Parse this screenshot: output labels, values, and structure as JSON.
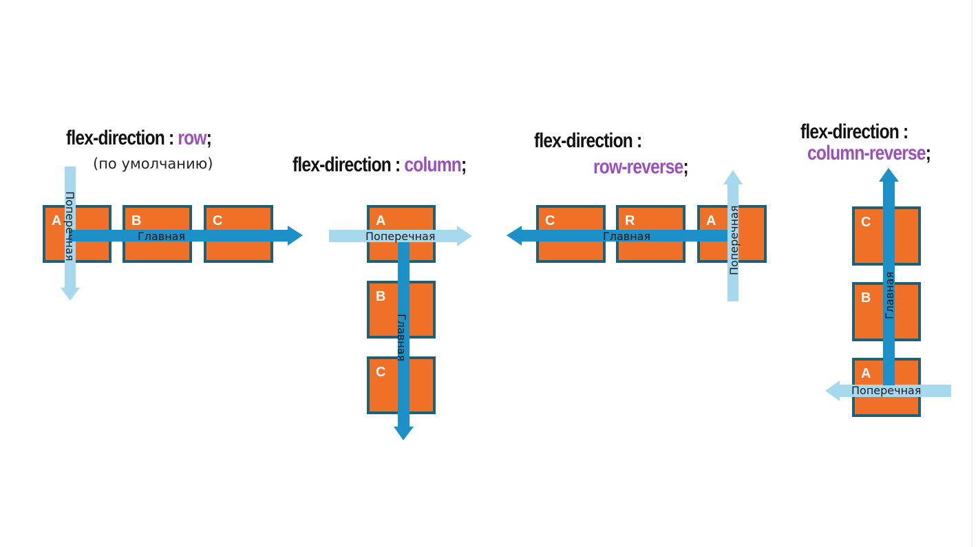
{
  "colors": {
    "box_fill": "#f07028",
    "box_border": "#1e6175",
    "main_axis": "#1e90c8",
    "cross_axis": "#a6d8ee",
    "value_text": "#9b4fbd"
  },
  "axis_labels": {
    "main": "Главная",
    "cross": "Поперечная"
  },
  "panels": {
    "row": {
      "property": "flex-direction",
      "colon": ":",
      "value": "row",
      "semicolon": ";",
      "note": "(по умолчанию)",
      "items": [
        "A",
        "B",
        "C"
      ]
    },
    "column": {
      "property": "flex-direction",
      "colon": ":",
      "value": "column",
      "semicolon": ";",
      "items": [
        "A",
        "B",
        "C"
      ]
    },
    "row_reverse": {
      "property": "flex-direction",
      "colon": ":",
      "value": "row-reverse",
      "semicolon": ";",
      "items": [
        "C",
        "R",
        "A"
      ]
    },
    "column_reverse": {
      "property": "flex-direction",
      "colon": ":",
      "value": "column-reverse",
      "semicolon": ";",
      "items": [
        "C",
        "B",
        "A"
      ]
    }
  }
}
